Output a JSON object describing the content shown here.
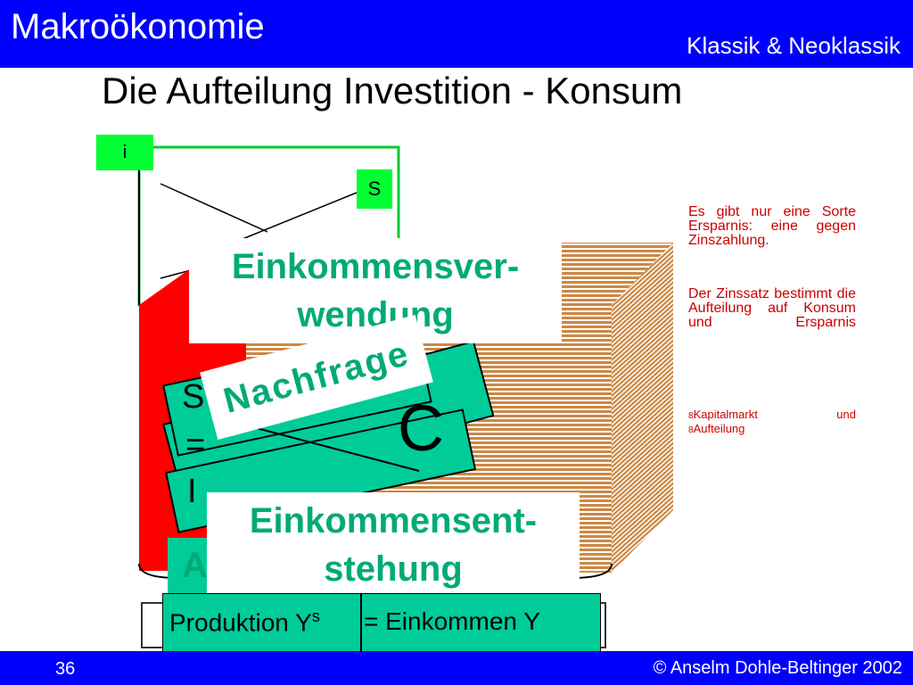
{
  "header": {
    "title": "Makroökonomie",
    "right": "Klassik & Neoklassik"
  },
  "headline": "Die Aufteilung Investition - Konsum",
  "diagram": {
    "axis_label": "i",
    "s_label": "S",
    "verwendung": [
      "Einkommensver-",
      "wendung"
    ],
    "nachfrage": "Nachfrage",
    "c_label": "C",
    "s_eq_i": [
      "S",
      "=",
      "I"
    ],
    "a_label": "A",
    "entstehung": [
      "Einkommensent-",
      "stehung"
    ],
    "produktion": "Produktion Y",
    "produktion_sup": "s",
    "einkommen": "= Einkommen Y"
  },
  "text": {
    "p1": "Es gibt nur eine Sorte Ersparnis: eine gegen Zinszahlung.",
    "p2": "Der Zinssatz bestimmt die Aufteilung auf Konsum und Ersparnis",
    "links": [
      "Kapitalmarkt und",
      "Aufteilung"
    ],
    "link_icon": "8"
  },
  "footer": {
    "page": "36",
    "copyright": "© Anselm Dohle-Beltinger 2002"
  },
  "colors": {
    "header_blue": "#0000ff",
    "green": "#00ff33",
    "teal": "#00cc99",
    "red": "#ff0000",
    "stripes": "#cc8844",
    "text_red": "#cc0000"
  }
}
